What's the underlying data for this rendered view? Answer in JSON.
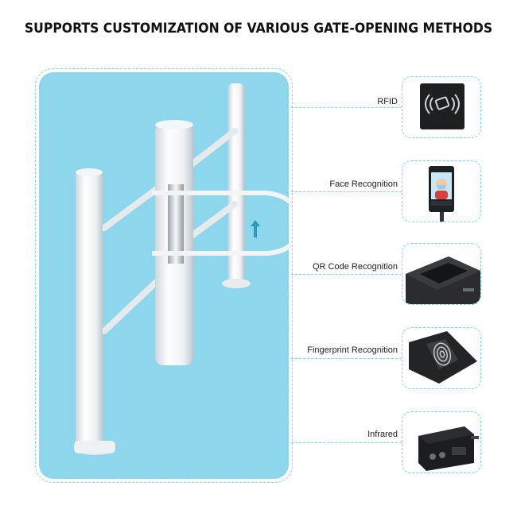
{
  "title": "SUPPORTS CUSTOMIZATION OF VARIOUS GATE-OPENING METHODS",
  "colors": {
    "panel": "#8dd6ec",
    "dash": "#7fd3ea",
    "arrow": "#2a9bb8"
  },
  "methods": [
    {
      "label": "RFID",
      "icon": "rfid-reader-icon"
    },
    {
      "label": "Face Recognition",
      "icon": "face-terminal-icon"
    },
    {
      "label": "QR Code Recognition",
      "icon": "qr-scanner-icon"
    },
    {
      "label": "Fingerprint Recognition",
      "icon": "fingerprint-reader-icon"
    },
    {
      "label": "Infrared",
      "icon": "infrared-sensor-icon"
    }
  ]
}
